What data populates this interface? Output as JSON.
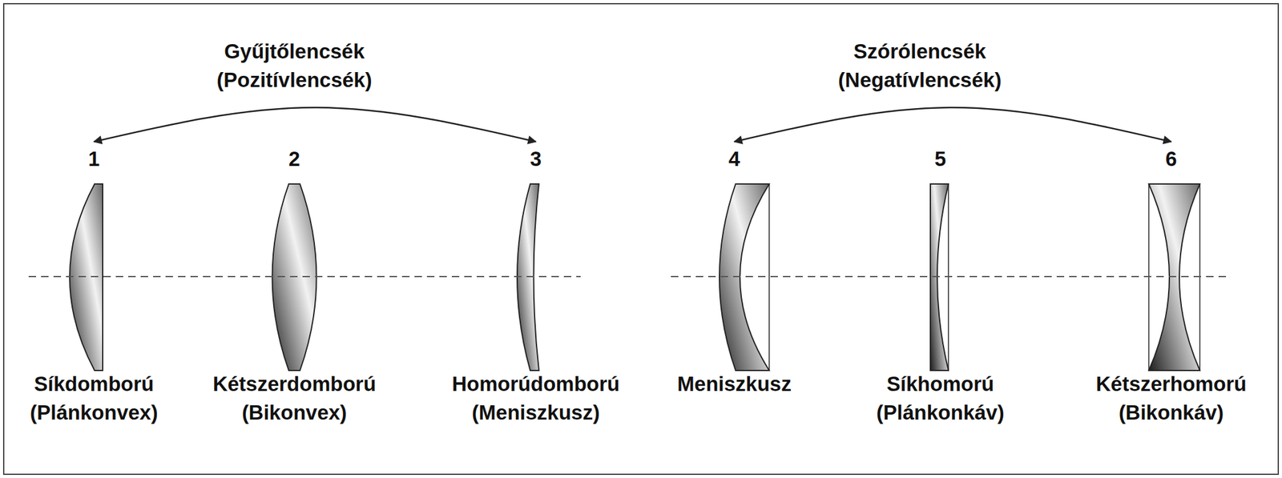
{
  "diagram": {
    "nodes": [
      {
        "text": [
          "1",
          "Síkdomború (Plánkonvex)"
        ]
      },
      {
        "text": [
          "2",
          "Kétszerdomború (Bikonvex)"
        ]
      },
      {
        "text": [
          "3",
          "Homorúdomború (Meniszkusz)"
        ]
      },
      {
        "text": [
          "4",
          "Meniszkusz"
        ]
      },
      {
        "text": [
          "5",
          "Síkhomorú (Plánkonkáv)"
        ]
      },
      {
        "text": [
          "6",
          "Kétszerhomorú (Bikonkáv)"
        ]
      }
    ],
    "edges": [
      {
        "from": 0,
        "to": 2,
        "arrow": "both"
      },
      {
        "from": 3,
        "to": 5,
        "arrow": "both"
      }
    ],
    "labels": [
      "Gyűjtőlencsék (Pozitívlencsék)",
      "Szórólencsék (Negatívlencsék)"
    ]
  }
}
